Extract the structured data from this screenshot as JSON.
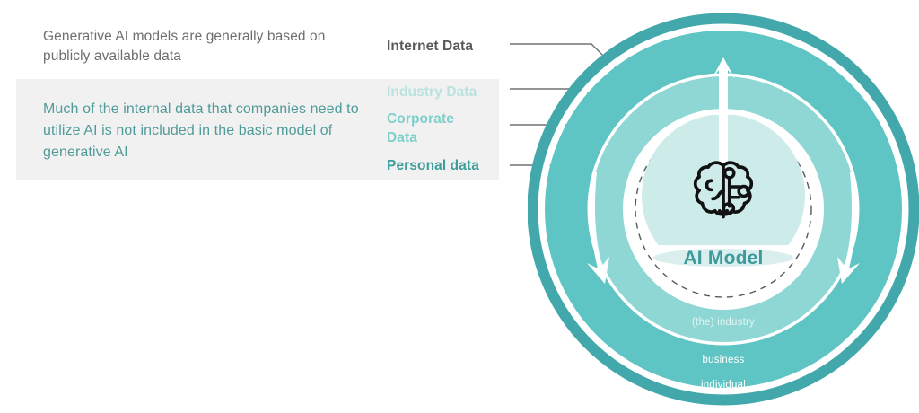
{
  "palette": {
    "ring_outer": "#43a8ab",
    "ring_mid": "#5fc5c4",
    "ring_inner": "#8fd7d4",
    "core_fill": "#cdebe9",
    "white": "#ffffff",
    "accent_text": "#3c9a9d",
    "body_text": "#6e6e6e",
    "emphasis_text": "#4f9b99",
    "panel_bg": "#f1f1f1",
    "leader_line": "#6f7376"
  },
  "left": {
    "intro_text": "Generative AI models are generally based on publicly available data",
    "emphasis_text": "Much of the internal data that companies need to utilize AI is not included in the basic model of generative AI"
  },
  "labels": {
    "internet_data": "Internet Data",
    "industry_data": "Industry Data",
    "corporate_data": "Corporate\nData",
    "personal_data": "Personal data"
  },
  "diagram": {
    "center_title": "AI Model",
    "center_icon": "brain-circuit-icon",
    "rings": [
      {
        "name": "industry",
        "label": "(the) industry"
      },
      {
        "name": "business",
        "label": "business"
      },
      {
        "name": "individual",
        "label": "individual"
      }
    ],
    "arrows": [
      {
        "name": "arrow-up-top",
        "direction": "up"
      },
      {
        "name": "arrow-down-left",
        "direction": "down"
      },
      {
        "name": "arrow-down-right",
        "direction": "down"
      }
    ]
  },
  "chart_data": {
    "type": "diagram",
    "title": "AI Model data layers",
    "layers": [
      {
        "label": "Internet Data",
        "ring": "outermost",
        "ring_label": "individual",
        "color": "#58595b"
      },
      {
        "label": "Industry Data",
        "ring": "outer",
        "ring_label": "business",
        "color": "#b9e2df"
      },
      {
        "label": "Corporate Data",
        "ring": "middle",
        "ring_label": "(the) industry",
        "color": "#7fcfcb"
      },
      {
        "label": "Personal data",
        "ring": "core",
        "ring_label": "AI Model",
        "color": "#3e9e9c"
      }
    ]
  }
}
